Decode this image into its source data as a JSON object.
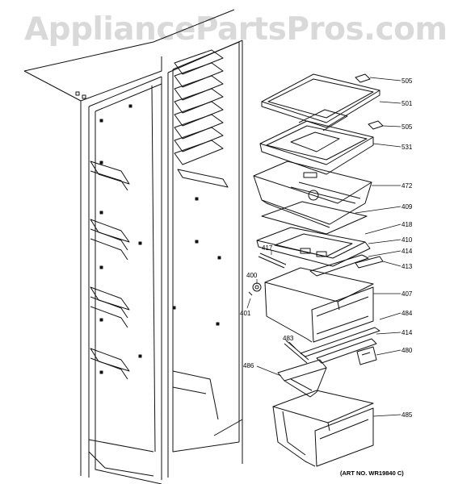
{
  "watermark": "AppliancePartsPros.com",
  "art_number": "(ART NO. WR19840 C)",
  "callouts": [
    "505",
    "501",
    "505",
    "531",
    "472",
    "409",
    "418",
    "410",
    "414",
    "413",
    "407",
    "484",
    "414",
    "480",
    "485",
    "417",
    "400",
    "401",
    "483",
    "486"
  ]
}
